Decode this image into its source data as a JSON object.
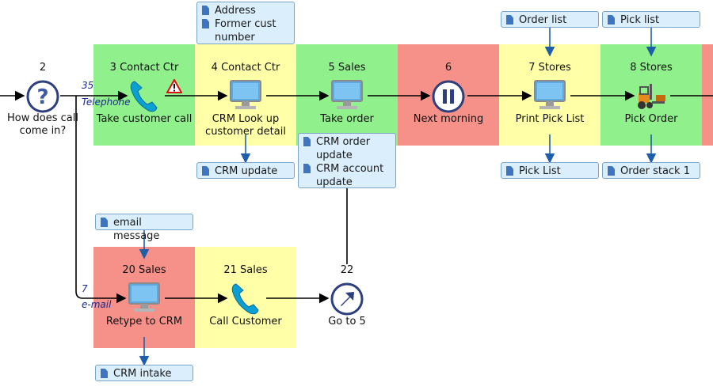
{
  "steps": {
    "s2": {
      "num": "2",
      "label": "How does call come in?",
      "icon": "question-circle-icon"
    },
    "s3": {
      "num": "3 Contact Ctr",
      "label": "Take customer call",
      "icon": "phone-icon"
    },
    "s4": {
      "num": "4 Contact Ctr",
      "label": "CRM Look up customer detail",
      "icon": "computer-icon"
    },
    "s5": {
      "num": "5 Sales",
      "label": "Take order",
      "icon": "computer-icon"
    },
    "s6": {
      "num": "6",
      "label": "Next morning",
      "icon": "pause-circle-icon"
    },
    "s7": {
      "num": "7 Stores",
      "label": "Print Pick List",
      "icon": "computer-icon"
    },
    "s8": {
      "num": "8 Stores",
      "label": "Pick Order",
      "icon": "forklift-icon"
    },
    "s20": {
      "num": "20 Sales",
      "label": "Retype to CRM",
      "icon": "computer-icon"
    },
    "s21": {
      "num": "21 Sales",
      "label": "Call Customer",
      "icon": "phone-icon"
    },
    "s22": {
      "num": "22",
      "label": "Go to 5",
      "icon": "goto-arrow-icon"
    }
  },
  "notes": {
    "address": [
      "Address",
      "Former cust number"
    ],
    "order_list": [
      "Order list"
    ],
    "pick_list_in": [
      "Pick list"
    ],
    "crm_update": [
      "CRM update"
    ],
    "crm_order": [
      "CRM order update",
      "CRM account update"
    ],
    "pick_list_out": [
      "Pick List"
    ],
    "order_stack": [
      "Order stack 1"
    ],
    "email_message": [
      "email message"
    ],
    "crm_intake": [
      "CRM intake"
    ]
  },
  "branches": {
    "telephone": {
      "count": "35",
      "label": "Telephone"
    },
    "email": {
      "count": "7",
      "label": "e-mail"
    }
  },
  "colors": {
    "green": "#90f08c",
    "yellow": "#ffffa8",
    "red": "#f6918a",
    "arrow": "#1f5fa8"
  }
}
